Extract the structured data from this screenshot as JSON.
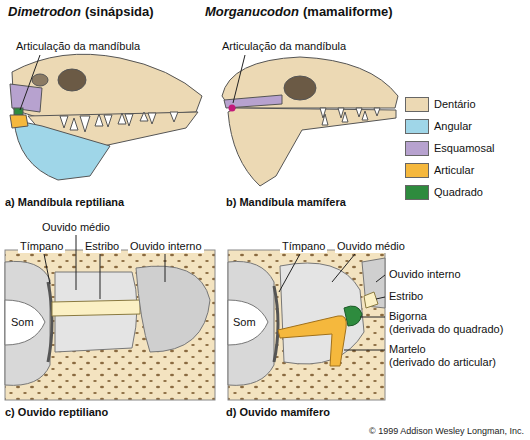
{
  "diagram": {
    "labels": [
      "Dimetrodon",
      "(sinápsida)",
      "Morganucodon",
      "(mamaliforme)",
      "Articulação da mandíbula",
      "Articulação da mandíbula",
      "a) Mandíbula reptiliana",
      "b) Mandíbula mamífera",
      "Ouvido médio",
      "Tímpano",
      "Estribo",
      "Ouvido interno",
      "Som",
      "Tímpano",
      "Ouvido médio",
      "Ouvido interno",
      "Estribo",
      "Bigorna",
      "(derivada do quadrado)",
      "Martelo",
      "(derivado do articular)",
      "Som",
      "c) Ouvido reptiliano",
      "d) Ouvido mamífero",
      "© 1999 Addison Wesley Longman, Inc."
    ],
    "legend": [
      {
        "text": "Dentário",
        "color": "#ecd9b4"
      },
      {
        "text": "Angular",
        "color": "#9fd6e8"
      },
      {
        "text": "Esquamosal",
        "color": "#b7a2cf"
      },
      {
        "text": "Articular",
        "color": "#f5b83d"
      },
      {
        "text": "Quadrado",
        "color": "#2e8b3e"
      }
    ]
  }
}
